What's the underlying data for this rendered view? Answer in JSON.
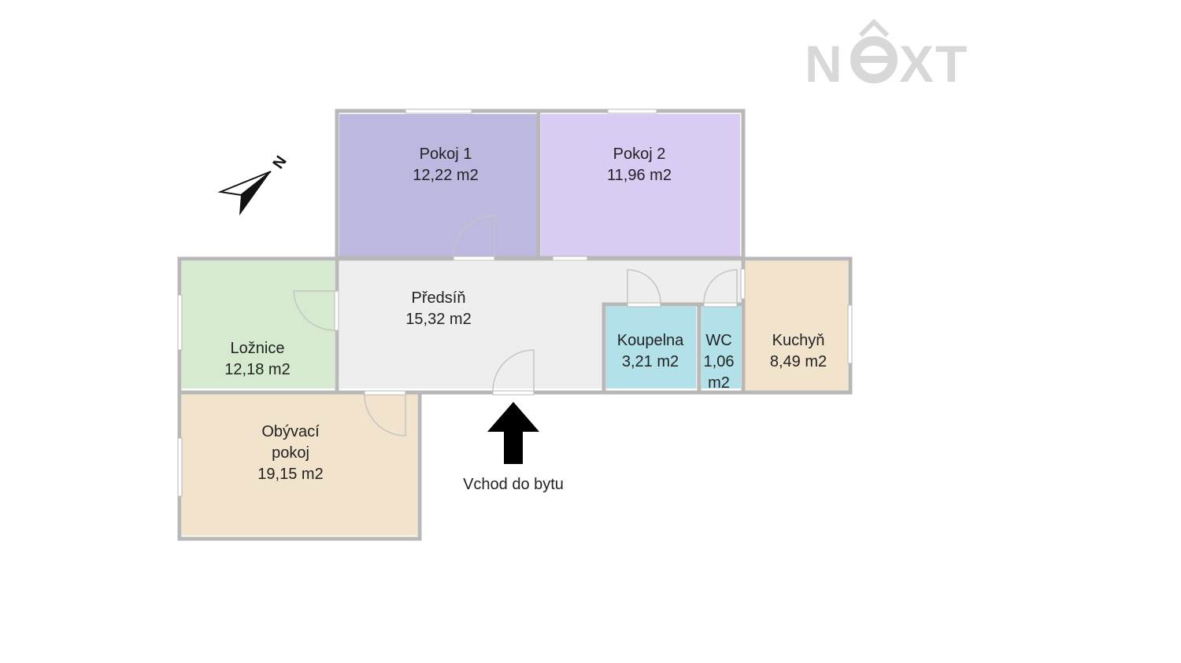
{
  "logo": {
    "text": "NEXT"
  },
  "compass": {
    "label": "N"
  },
  "rooms": {
    "pokoj1": {
      "name": "Pokoj 1",
      "area": "12,22 m2",
      "fill": "#bdb8e0"
    },
    "pokoj2": {
      "name": "Pokoj 2",
      "area": "11,96 m2",
      "fill": "#d9ccf3"
    },
    "loznice": {
      "name": "Ložnice",
      "area": "12,18 m2",
      "fill": "#d6ead0"
    },
    "predsin": {
      "name": "Předsíň",
      "area": "15,32 m2",
      "fill": "#eeeeee"
    },
    "koupelna": {
      "name": "Koupelna",
      "area": "3,21 m2",
      "fill": "#b2e1ea"
    },
    "wc": {
      "name": "WC",
      "area_line1": "1,06",
      "area_line2": "m2",
      "fill": "#b2e1ea"
    },
    "kuchyn": {
      "name": "Kuchyň",
      "area": "8,49 m2",
      "fill": "#f2e3cd"
    },
    "obyvaci": {
      "name_line1": "Obývací",
      "name_line2": "pokoj",
      "area": "19,15 m2",
      "fill": "#f2e3cd"
    }
  },
  "entrance": {
    "label": "Vchod do bytu"
  },
  "colors": {
    "wall": "#b8b8b8",
    "window": "#ffffff",
    "arrow": "#000000",
    "logo": "#d8d8d8"
  }
}
